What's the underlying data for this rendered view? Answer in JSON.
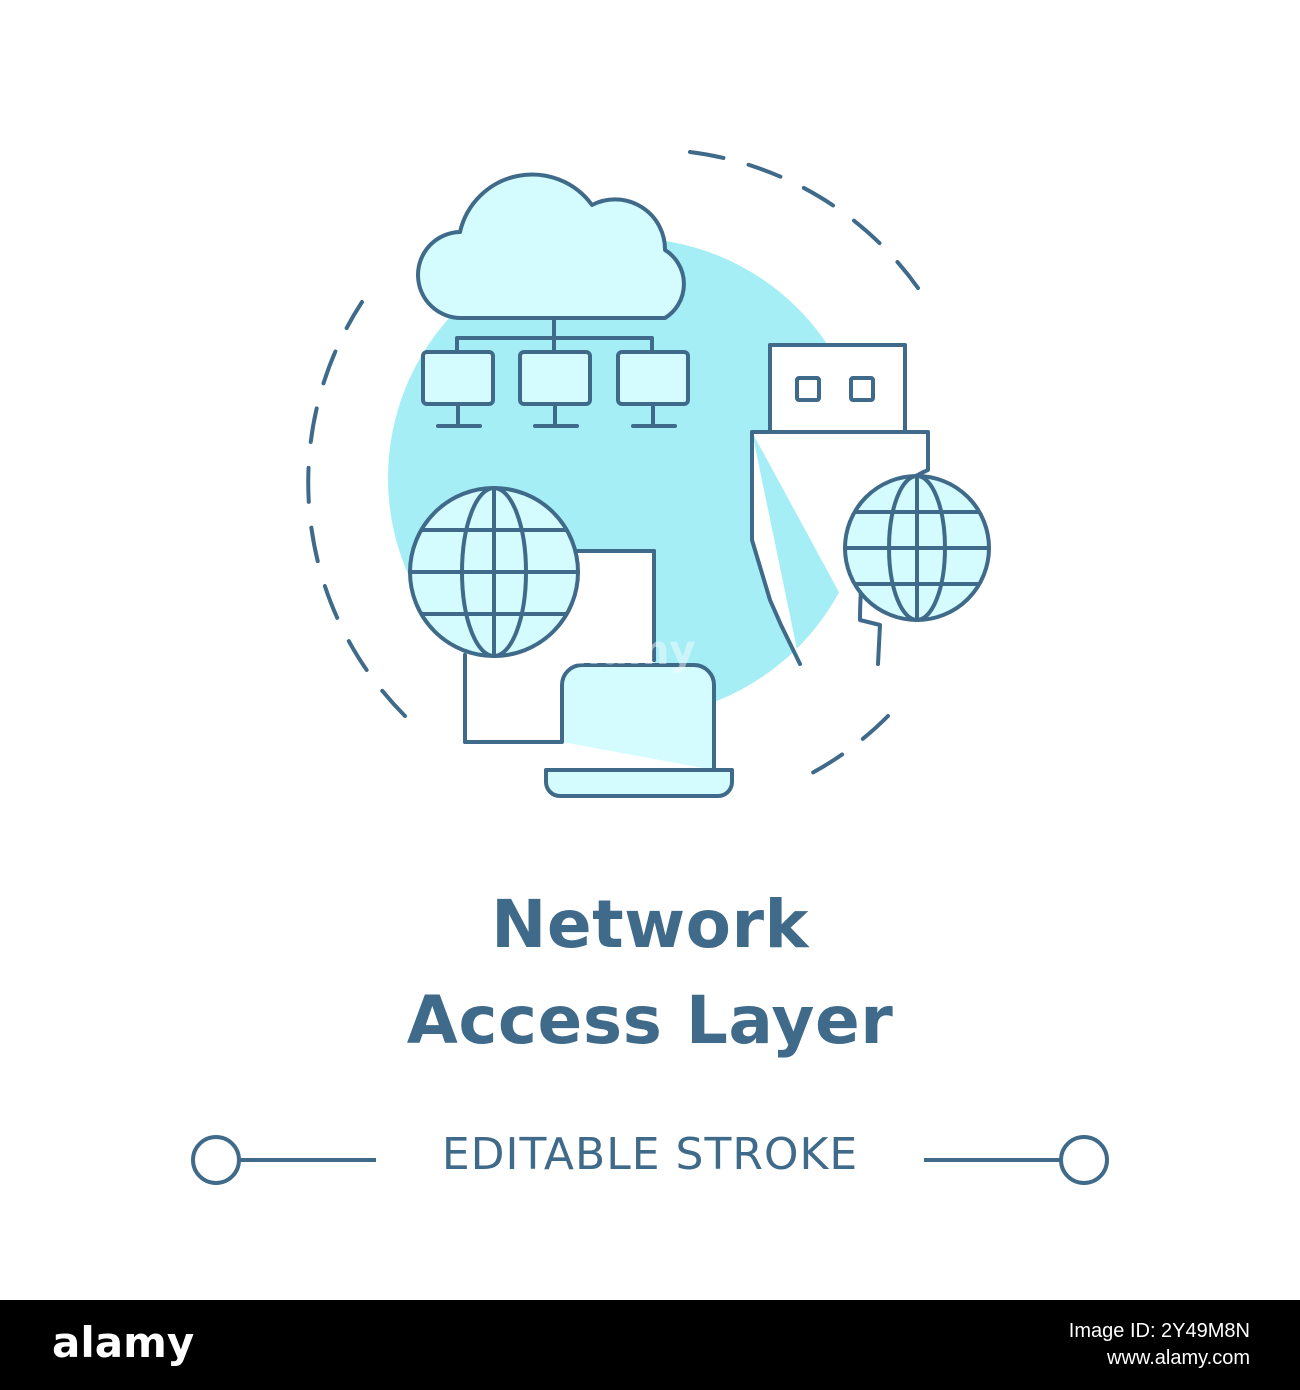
{
  "title": {
    "line1": "Network",
    "line2": "Access Layer"
  },
  "subtitle": "EDITABLE STROKE",
  "colors": {
    "stroke": "#3f6a8a",
    "fill_light": "#d4fbfd",
    "blob": "#a5eef5",
    "background": "#ffffff",
    "footer": "#000000"
  },
  "icons": [
    "cloud-icon",
    "monitor-icon",
    "globe-icon",
    "usb-stick-icon",
    "laptop-icon"
  ],
  "watermark": "alamy",
  "footer": {
    "logo": "alamy",
    "image_id": "Image ID: 2Y49M8N",
    "site": "www.alamy.com"
  }
}
